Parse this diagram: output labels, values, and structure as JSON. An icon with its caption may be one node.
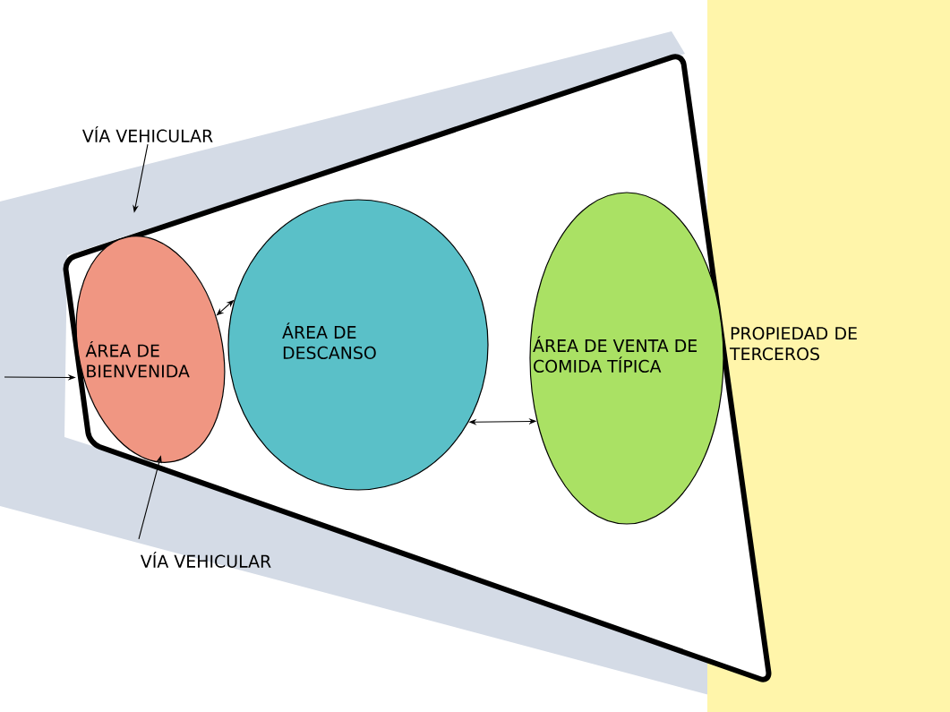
{
  "diagram": {
    "nodes": [
      {
        "text": [],
        "shape": "box"
      },
      {
        "text": [
          "ÁREA DE BIENVENIDA"
        ],
        "in": 0
      },
      {
        "text": [
          "ÁREA DE DESCANSO"
        ],
        "in": 0
      },
      {
        "text": [
          "ÁREA DE VENTA DE COMIDA TÍPICA"
        ],
        "in": 0
      },
      {
        "text": [
          "PROPIEDAD DE TERCEROS"
        ]
      },
      {
        "text": [
          "VÍA VEHICULAR"
        ]
      },
      {
        "text": [
          "VÍA VEHICULAR"
        ]
      }
    ],
    "edges": [
      {
        "from": 5,
        "to": 0,
        "arrow": "to"
      },
      {
        "from": 6,
        "to": 0,
        "arrow": "to"
      },
      {
        "from": null,
        "to": 0,
        "arrow": "to"
      },
      {
        "from": 1,
        "to": 2,
        "arrow": "both"
      },
      {
        "from": 2,
        "to": 3,
        "arrow": "both"
      }
    ]
  }
}
